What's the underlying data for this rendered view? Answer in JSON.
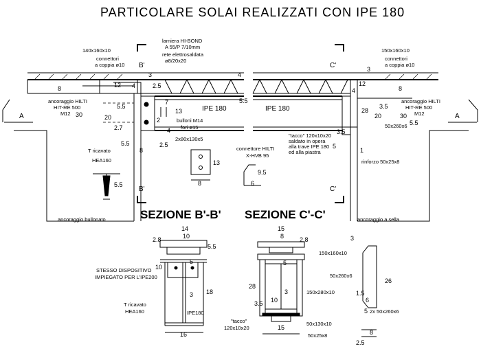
{
  "title": "PARTICOLARE SOLAI REALIZZATI CON IPE 180",
  "sections": {
    "b": "SEZIONE B'-B'",
    "c": "SEZIONE C'-C'"
  },
  "markers": {
    "a": "A",
    "b": "B'",
    "c": "C'"
  },
  "labels": {
    "plate_left": "140x160x10",
    "connectors_left": "connettori",
    "connectors_left_2": "a coppia ø10",
    "lamiera": "lamiera HI-BOND",
    "lamiera_2": "A 55/P 7/10mm",
    "rete": "rete elettrosaldata",
    "rete_2": "ø8/20x20",
    "plate_right": "150x160x10",
    "connectors_right": "connettori",
    "connectors_right_2": "a coppia ø10",
    "ancor_left": "ancoraggio HILTI",
    "ancor_left_2": "HIT-RE 500",
    "ancor_left_3": "M12",
    "ancor_right": "ancoraggio HILTI",
    "ancor_right_2": "HIT-RE 500",
    "ancor_right_3": "M12",
    "ipe_left": "IPE 180",
    "ipe_right": "IPE 180",
    "bulloni": "bulloni M14",
    "fori": "fori ø15",
    "angle": "2x80x130x5",
    "t_ricavato": "T ricavato",
    "hea": "HEA160",
    "tacco": "\"tacco\" 120x10x20",
    "tacco_2": "saldato in opera",
    "tacco_3": "alla trave IPE 180",
    "tacco_4": "ed alla piastra",
    "connettore": "connettore HILTI",
    "connettore_2": "X-HVB 95",
    "rinforzo": "rinforzo 50x25x8",
    "plate_50": "50x260x6",
    "ancor_bullonato": "ancoraggio bullonato",
    "ancor_sella": "ancoraggio a sella",
    "stesso": "STESSO DISPOSITIVO",
    "stesso_2": "IMPIEGATO PER L'IPE200",
    "t_ric_b": "T ricavato",
    "hea_b": "HEA160",
    "ipe180_b": "IPE180",
    "c_plate1": "150x160x10",
    "c_plate2": "50x260x6",
    "c_plate3": "150x280x10",
    "c_tacco": "\"tacco\"",
    "c_tacco_2": "120x10x20",
    "c_plate4": "50x130x10",
    "c_plate5": "50x25x8",
    "c_det": "2x 50x260x6"
  },
  "dims": {
    "d12": "12",
    "d4a": "4",
    "d8": "8",
    "d25": "2.5",
    "d3": "3",
    "d55": "5.5",
    "d30": "30",
    "d20": "20",
    "d27": "2.7",
    "d7": "7",
    "d2": "2",
    "d13": "13",
    "d4b": "4",
    "d55b": "5.5",
    "d8b": "8",
    "d25b": "2.5",
    "d55c": "5.5",
    "d13b": "13",
    "d8c": "8",
    "d95": "9.5",
    "d6": "6",
    "d55r": "5.5",
    "d4r": "4",
    "d12r": "12",
    "d4r2": "4",
    "d28r": "28",
    "d35r": "3.5",
    "d20r": "20",
    "d30r": "30",
    "d1r": "1",
    "d5r": "5",
    "d35r2": "3.5",
    "d8r": "8",
    "d3r": "3",
    "d55r2": "5.5",
    "b14": "14",
    "b10": "10",
    "b28": "2.8",
    "b55": "5.5",
    "b10v": "10",
    "b18": "18",
    "b16": "16",
    "b5": "5",
    "b3": "3",
    "c15": "15",
    "c8": "8",
    "c28": "2.8",
    "c28v": "28",
    "c35": "3.5",
    "c10": "10",
    "c15b": "15",
    "c3": "3",
    "c5": "5",
    "c26": "26",
    "c15v": "1.5",
    "c6": "6",
    "c5b": "5",
    "c8b": "8",
    "c25": "2.5",
    "c3b": "3"
  }
}
